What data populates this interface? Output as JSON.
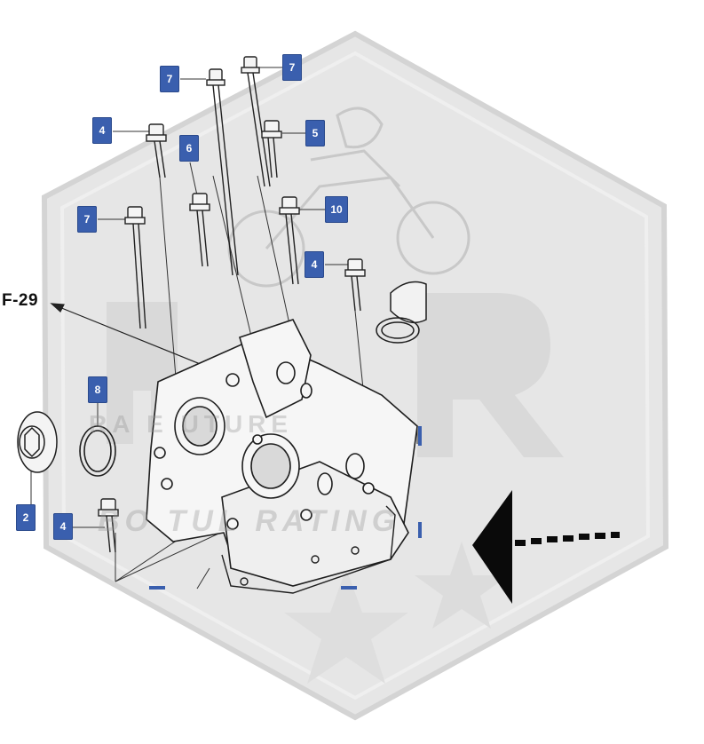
{
  "reference_label": "F-29",
  "watermark": {
    "line1": "RA  E  UTURE",
    "line2": "BO    TUL  RATING"
  },
  "callouts": {
    "c7a": "7",
    "c7b": "7",
    "c4a": "4",
    "c5": "5",
    "c6": "6",
    "c7c": "7",
    "c10": "10",
    "c4b": "4",
    "c8": "8",
    "c2": "2",
    "c4c": "4"
  },
  "colors": {
    "callout_fill": "#3a5fae",
    "hexagon_fill": "#e9e9e9",
    "line_art": "#222222"
  }
}
